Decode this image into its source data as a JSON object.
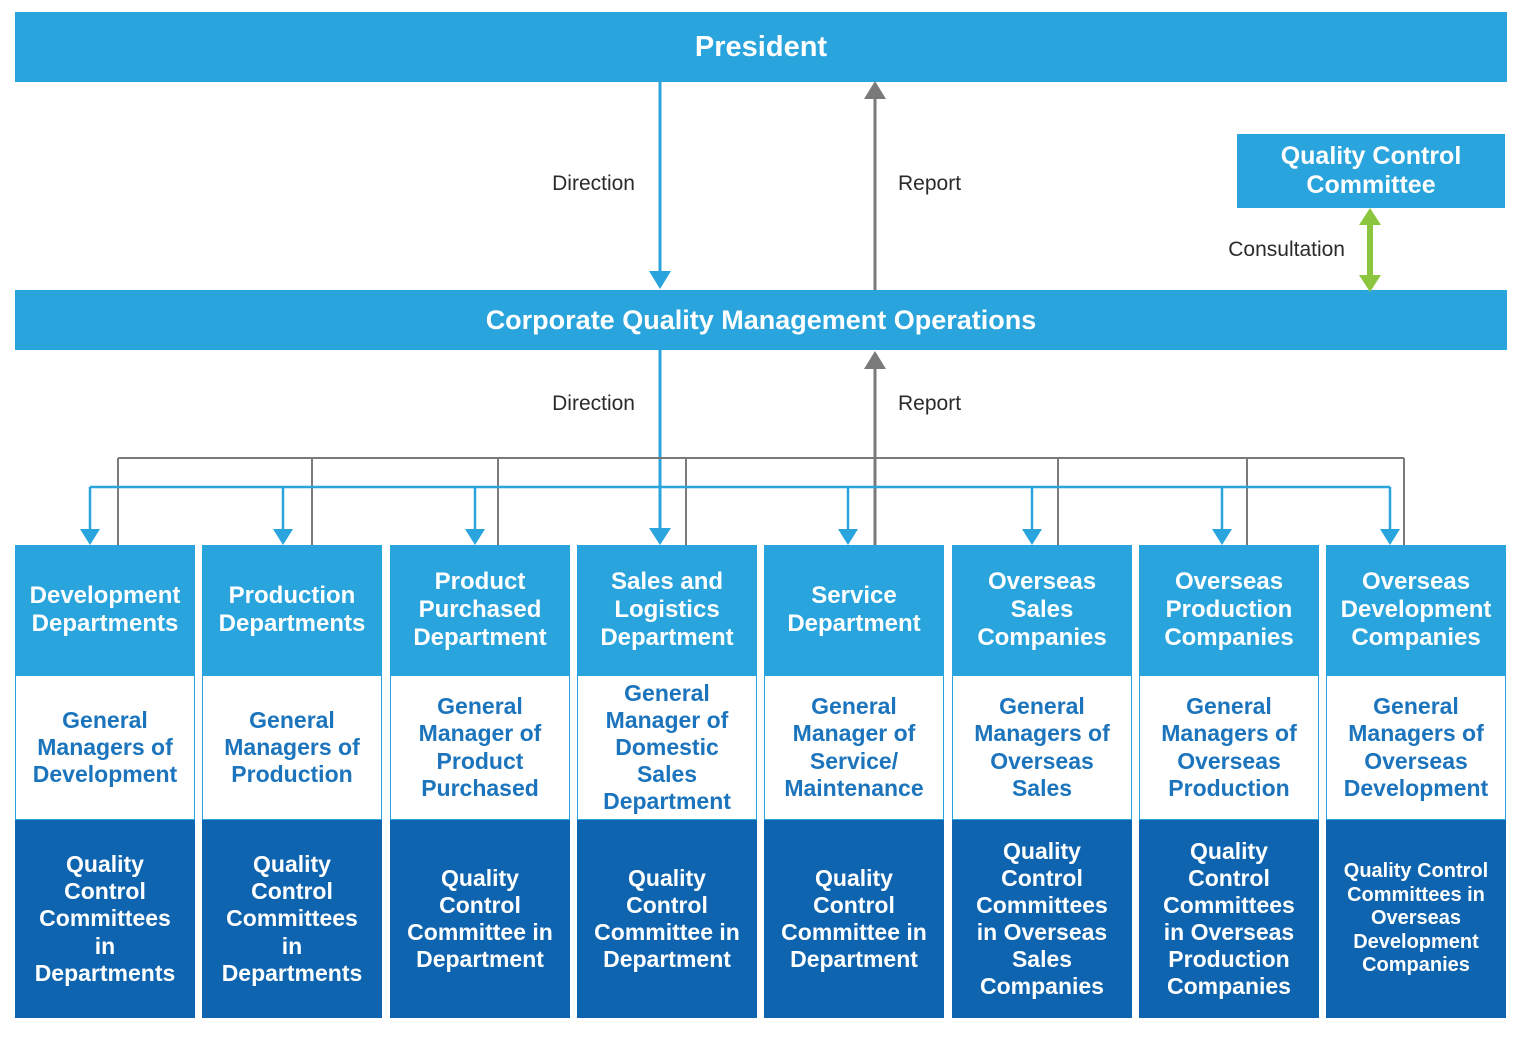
{
  "colors": {
    "light_blue": "#29A4DC",
    "dark_blue": "#0E64AE",
    "manager_text_blue": "#1B74BC",
    "consultation_green": "#8CC63E",
    "report_gray": "#7A7A7A",
    "label_text": "#2B2B2B"
  },
  "nodes": {
    "president": "President",
    "corporate": "Corporate Quality Management Operations",
    "quality_control_committee": "Quality Control Committee"
  },
  "edge_labels": {
    "direction_top": "Direction",
    "report_top": "Report",
    "consultation": "Consultation",
    "direction_mid": "Direction",
    "report_mid": "Report"
  },
  "columns": [
    {
      "department": "Development Departments",
      "manager": "General Managers of Development",
      "committee": "Quality Control Committees in Departments"
    },
    {
      "department": "Production Departments",
      "manager": "General Managers of Production",
      "committee": "Quality Control Committees in Departments"
    },
    {
      "department": "Product Purchased Department",
      "manager": "General Manager of Product Purchased",
      "committee": "Quality Control Committee in Department"
    },
    {
      "department": "Sales and Logistics Department",
      "manager": "General Manager of Domestic Sales Department",
      "committee": "Quality Control Committee in Department"
    },
    {
      "department": "Service Department",
      "manager": "General Manager of Service/ Maintenance",
      "committee": "Quality Control Committee in Department"
    },
    {
      "department": "Overseas Sales Companies",
      "manager": "General Managers of Overseas Sales",
      "committee": "Quality Control Committees in Overseas Sales Companies"
    },
    {
      "department": "Overseas Production Companies",
      "manager": "General Managers of Overseas Production",
      "committee": "Quality Control Committees in Overseas Production Companies"
    },
    {
      "department": "Overseas Development Companies",
      "manager": "General Managers of Overseas Development",
      "committee": "Quality Control Committees in Overseas Development Companies"
    }
  ]
}
